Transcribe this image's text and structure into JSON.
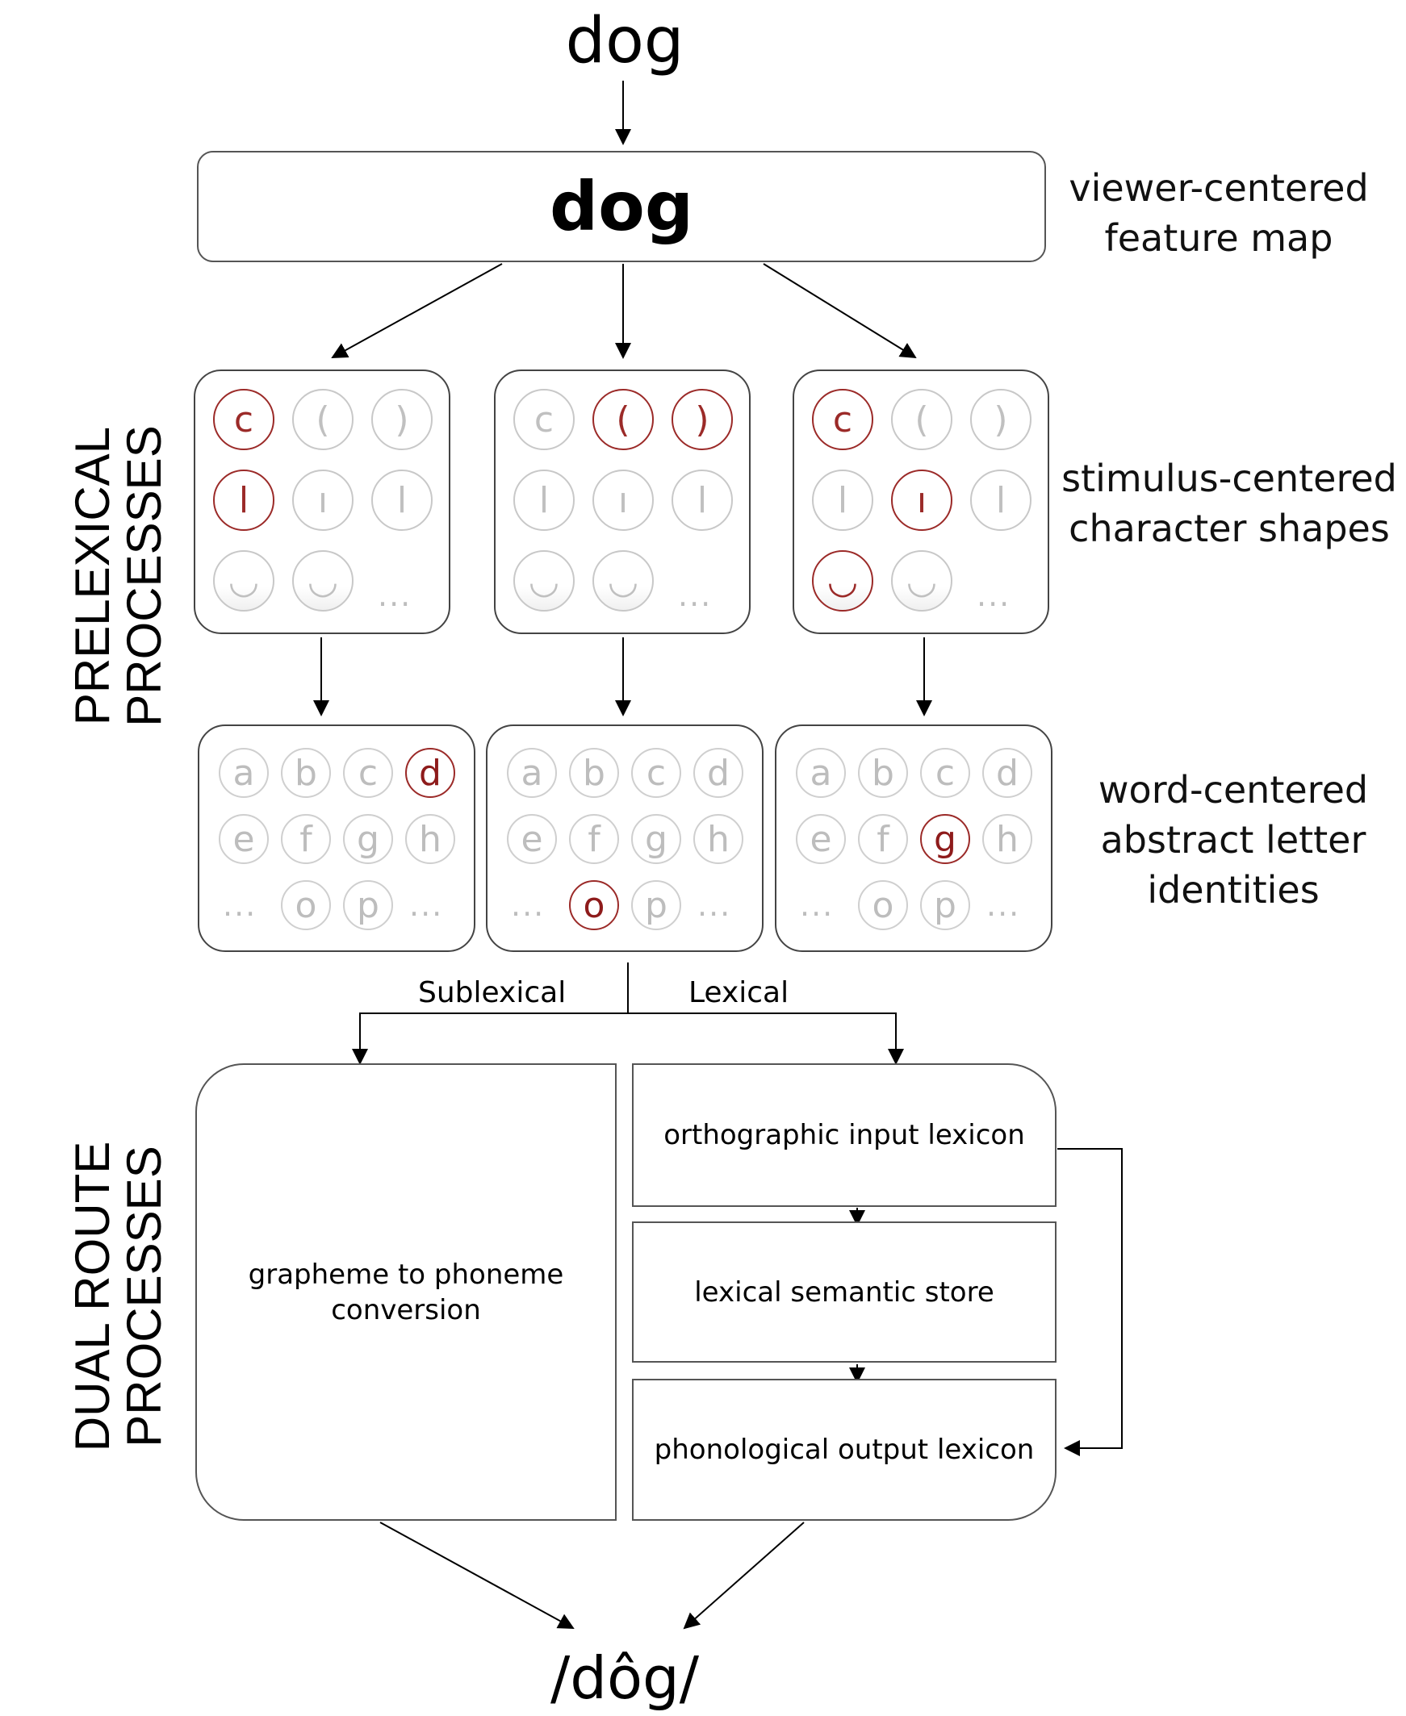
{
  "input_word": "dog",
  "feature_map": {
    "word": "dog",
    "label_line1": "viewer-centered",
    "label_line2": "feature map"
  },
  "left_labels": {
    "prelexical_line1": "PRELEXICAL",
    "prelexical_line2": "PROCESSES",
    "dual_line1": "DUAL ROUTE",
    "dual_line2": "PROCESSES"
  },
  "shapes_label": {
    "line1": "stimulus-centered",
    "line2": "character shapes"
  },
  "letters_label": {
    "line1": "word-centered",
    "line2": "abstract letter",
    "line3": "identities"
  },
  "shape_panels": [
    {
      "glyphs": [
        "c",
        "(",
        ")",
        "l",
        "ı",
        "l",
        "◡",
        "◡",
        "..."
      ],
      "active": [
        0,
        3
      ]
    },
    {
      "glyphs": [
        "c",
        "(",
        ")",
        "l",
        "ı",
        "l",
        "◡",
        "◡",
        "..."
      ],
      "active": [
        1,
        2
      ]
    },
    {
      "glyphs": [
        "c",
        "(",
        ")",
        "l",
        "ı",
        "l",
        "◡",
        "◡",
        "..."
      ],
      "active": [
        0,
        4,
        6
      ]
    }
  ],
  "letter_panels": [
    {
      "rows": [
        [
          "a",
          "b",
          "c",
          "d"
        ],
        [
          "e",
          "f",
          "g",
          "h"
        ],
        [
          "...",
          "o",
          "p",
          "..."
        ]
      ],
      "active": "d"
    },
    {
      "rows": [
        [
          "a",
          "b",
          "c",
          "d"
        ],
        [
          "e",
          "f",
          "g",
          "h"
        ],
        [
          "...",
          "o",
          "p",
          "..."
        ]
      ],
      "active": "o"
    },
    {
      "rows": [
        [
          "a",
          "b",
          "c",
          "d"
        ],
        [
          "e",
          "f",
          "g",
          "h"
        ],
        [
          "...",
          "o",
          "p",
          "..."
        ]
      ],
      "active": "g"
    }
  ],
  "routes": {
    "sublexical": "Sublexical",
    "lexical": "Lexical"
  },
  "boxes": {
    "gpc_line1": "grapheme to phoneme",
    "gpc_line2": "conversion",
    "orthographic": "orthographic input lexicon",
    "semantic": "lexical semantic store",
    "phonological": "phonological output lexicon"
  },
  "output_word": "/dôg/",
  "colors": {
    "highlight": "#9b2a28",
    "inactive": "#c8c8c8",
    "stroke": "#555555"
  }
}
